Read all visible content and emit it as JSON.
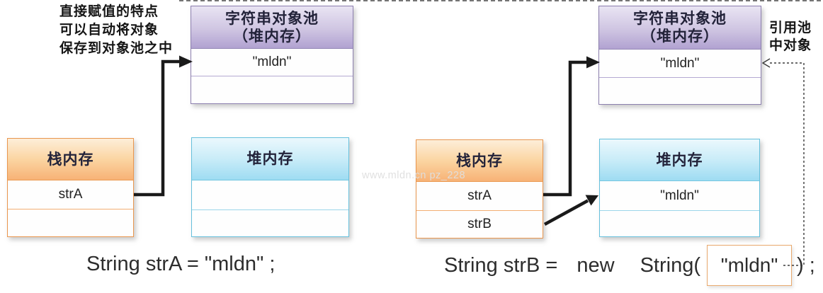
{
  "watermark": "www.mldn.cn pz_228",
  "left": {
    "annotation_lines": [
      "直接赋值的特点",
      "可以自动将对象",
      "保存到对象池之中"
    ],
    "pool": {
      "title_line1": "字符串对象池",
      "title_line2": "（堆内存）",
      "row1": "\"mldn\"",
      "row2": ""
    },
    "stack": {
      "title": "栈内存",
      "row1": "strA",
      "row2": ""
    },
    "heap": {
      "title": "堆内存",
      "row1": "",
      "row2": ""
    },
    "code": "String strA = \"mldn\" ;"
  },
  "right": {
    "pool": {
      "title_line1": "字符串对象池",
      "title_line2": "（堆内存）",
      "row1": "\"mldn\"",
      "row2": ""
    },
    "stack": {
      "title": "栈内存",
      "row1": "strA",
      "row2": "strB"
    },
    "heap": {
      "title": "堆内存",
      "row1": "\"mldn\"",
      "row2": ""
    },
    "annotation_lines": [
      "引用池",
      "中对象"
    ],
    "code": {
      "lhs": "String strB =",
      "keyword": "new",
      "call": "String(",
      "literal": "\"mldn\"",
      "close": ") ;"
    }
  },
  "colors": {
    "pool_border": "#8c7fae",
    "stack_border": "#e9964e",
    "heap_border": "#66c0dc",
    "arrow": "#1a1a1a"
  }
}
